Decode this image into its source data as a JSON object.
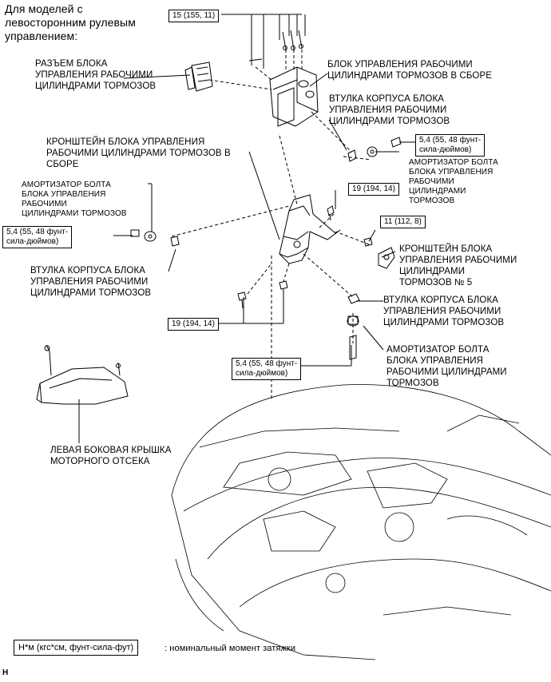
{
  "heading": "Для моделей с\nлевосторонним рулевым\nуправлением:",
  "torque_specs": {
    "t15": "15 (155, 11)",
    "t19_upper": "19 (194, 14)",
    "t11": "11 (112, 8)",
    "t19_lower": "19 (194, 14)",
    "t54_right": "5,4 (55, 48 фунт-\nсила-дюймов)",
    "t54_left": "5,4 (55, 48 фунт-\nсила-дюймов)",
    "t54_bottom": "5,4 (55, 48 фунт-\nсила-дюймов)"
  },
  "labels": {
    "connector": "РАЗЪЕМ БЛОКА\nУПРАВЛЕНИЯ РАБОЧИМИ\nЦИЛИНДРАМИ ТОРМОЗОВ",
    "actuator_assy": "БЛОК УПРАВЛЕНИЯ РАБОЧИМИ\nЦИЛИНДРАМИ ТОРМОЗОВ В СБОРЕ",
    "bushing_top": "ВТУЛКА КОРПУСА БЛОКА\nУПРАВЛЕНИЯ РАБОЧИМИ\nЦИЛИНДРАМИ ТОРМОЗОВ",
    "bracket_assy": "КРОНШТЕЙН БЛОКА УПРАВЛЕНИЯ\nРАБОЧИМИ ЦИЛИНДРАМИ ТОРМОЗОВ В\nСБОРЕ",
    "damper_right": "АМОРТИЗАТОР БОЛТА\nБЛОКА УПРАВЛЕНИЯ\nРАБОЧИМИ\nЦИЛИНДРАМИ\nТОРМОЗОВ",
    "damper_left": "АМОРТИЗАТОР БОЛТА\nБЛОКА УПРАВЛЕНИЯ\nРАБОЧИМИ\nЦИЛИНДРАМИ ТОРМОЗОВ",
    "bracket_no5": "КРОНШТЕЙН БЛОКА\nУПРАВЛЕНИЯ РАБОЧИМИ\nЦИЛИНДРАМИ\nТОРМОЗОВ № 5",
    "bushing_left": "ВТУЛКА КОРПУСА БЛОКА\nУПРАВЛЕНИЯ РАБОЧИМИ\nЦИЛИНДРАМИ ТОРМОЗОВ",
    "bushing_bottom": "ВТУЛКА КОРПУСА БЛОКА\nУПРАВЛЕНИЯ РАБОЧИМИ\nЦИЛИНДРАМИ ТОРМОЗОВ",
    "damper_bottom": "АМОРТИЗАТОР БОЛТА\nБЛОКА УПРАВЛЕНИЯ\nРАБОЧИМИ ЦИЛИНДРАМИ\nТОРМОЗОВ",
    "cover": "ЛЕВАЯ БОКОВАЯ КРЫШКА\nМОТОРНОГО ОТСЕКА"
  },
  "legend": {
    "unit": "Н*м (кгс*см, фунт-сила-фут)",
    "description": ": номинальный момент затяжки"
  },
  "corner_mark": "H"
}
